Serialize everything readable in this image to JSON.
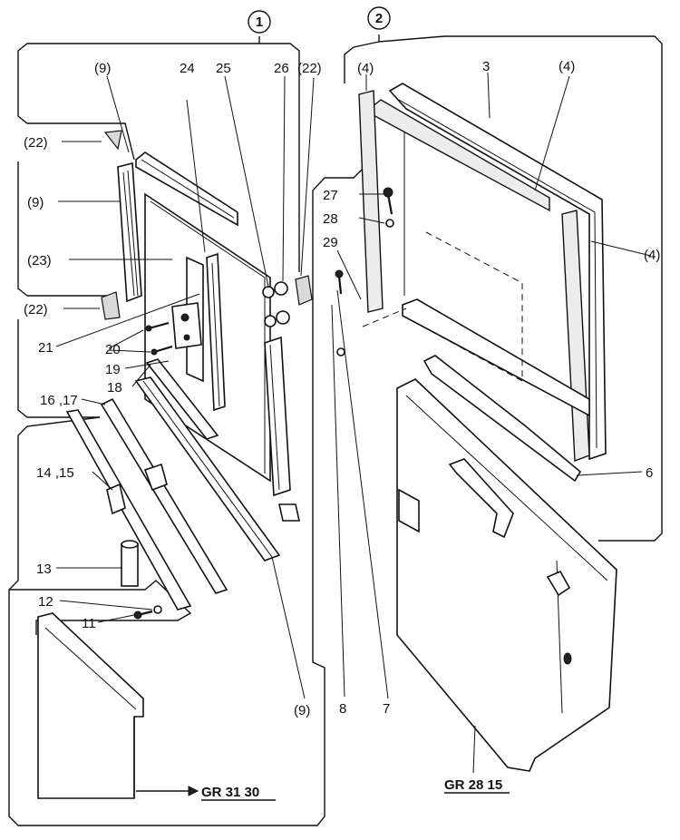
{
  "callouts": {
    "c1": "1",
    "c2": "2",
    "p24": "24",
    "p25": "25",
    "p26": "26",
    "p22_top": "(22)",
    "p4_left": "(4)",
    "p3": "3",
    "p4_top": "(4)",
    "p4_right": "(4)",
    "p9_top": "(9)",
    "p22_left": "(22)",
    "p9_left": "(9)",
    "p23": "(23)",
    "p22_lower": "(22)",
    "p21": "21",
    "p20": "20",
    "p19": "19",
    "p18": "18",
    "p16_17": "16 ,17",
    "p14_15": "14 ,15",
    "p13": "13",
    "p12": "12",
    "p11": "11",
    "p27": "27",
    "p28": "28",
    "p29": "29",
    "p6": "6",
    "p9_bottom": "(9)",
    "p8": "8",
    "p7": "7"
  },
  "references": {
    "gr_3130": "GR 31 30",
    "gr_2815": "GR 28 15"
  }
}
